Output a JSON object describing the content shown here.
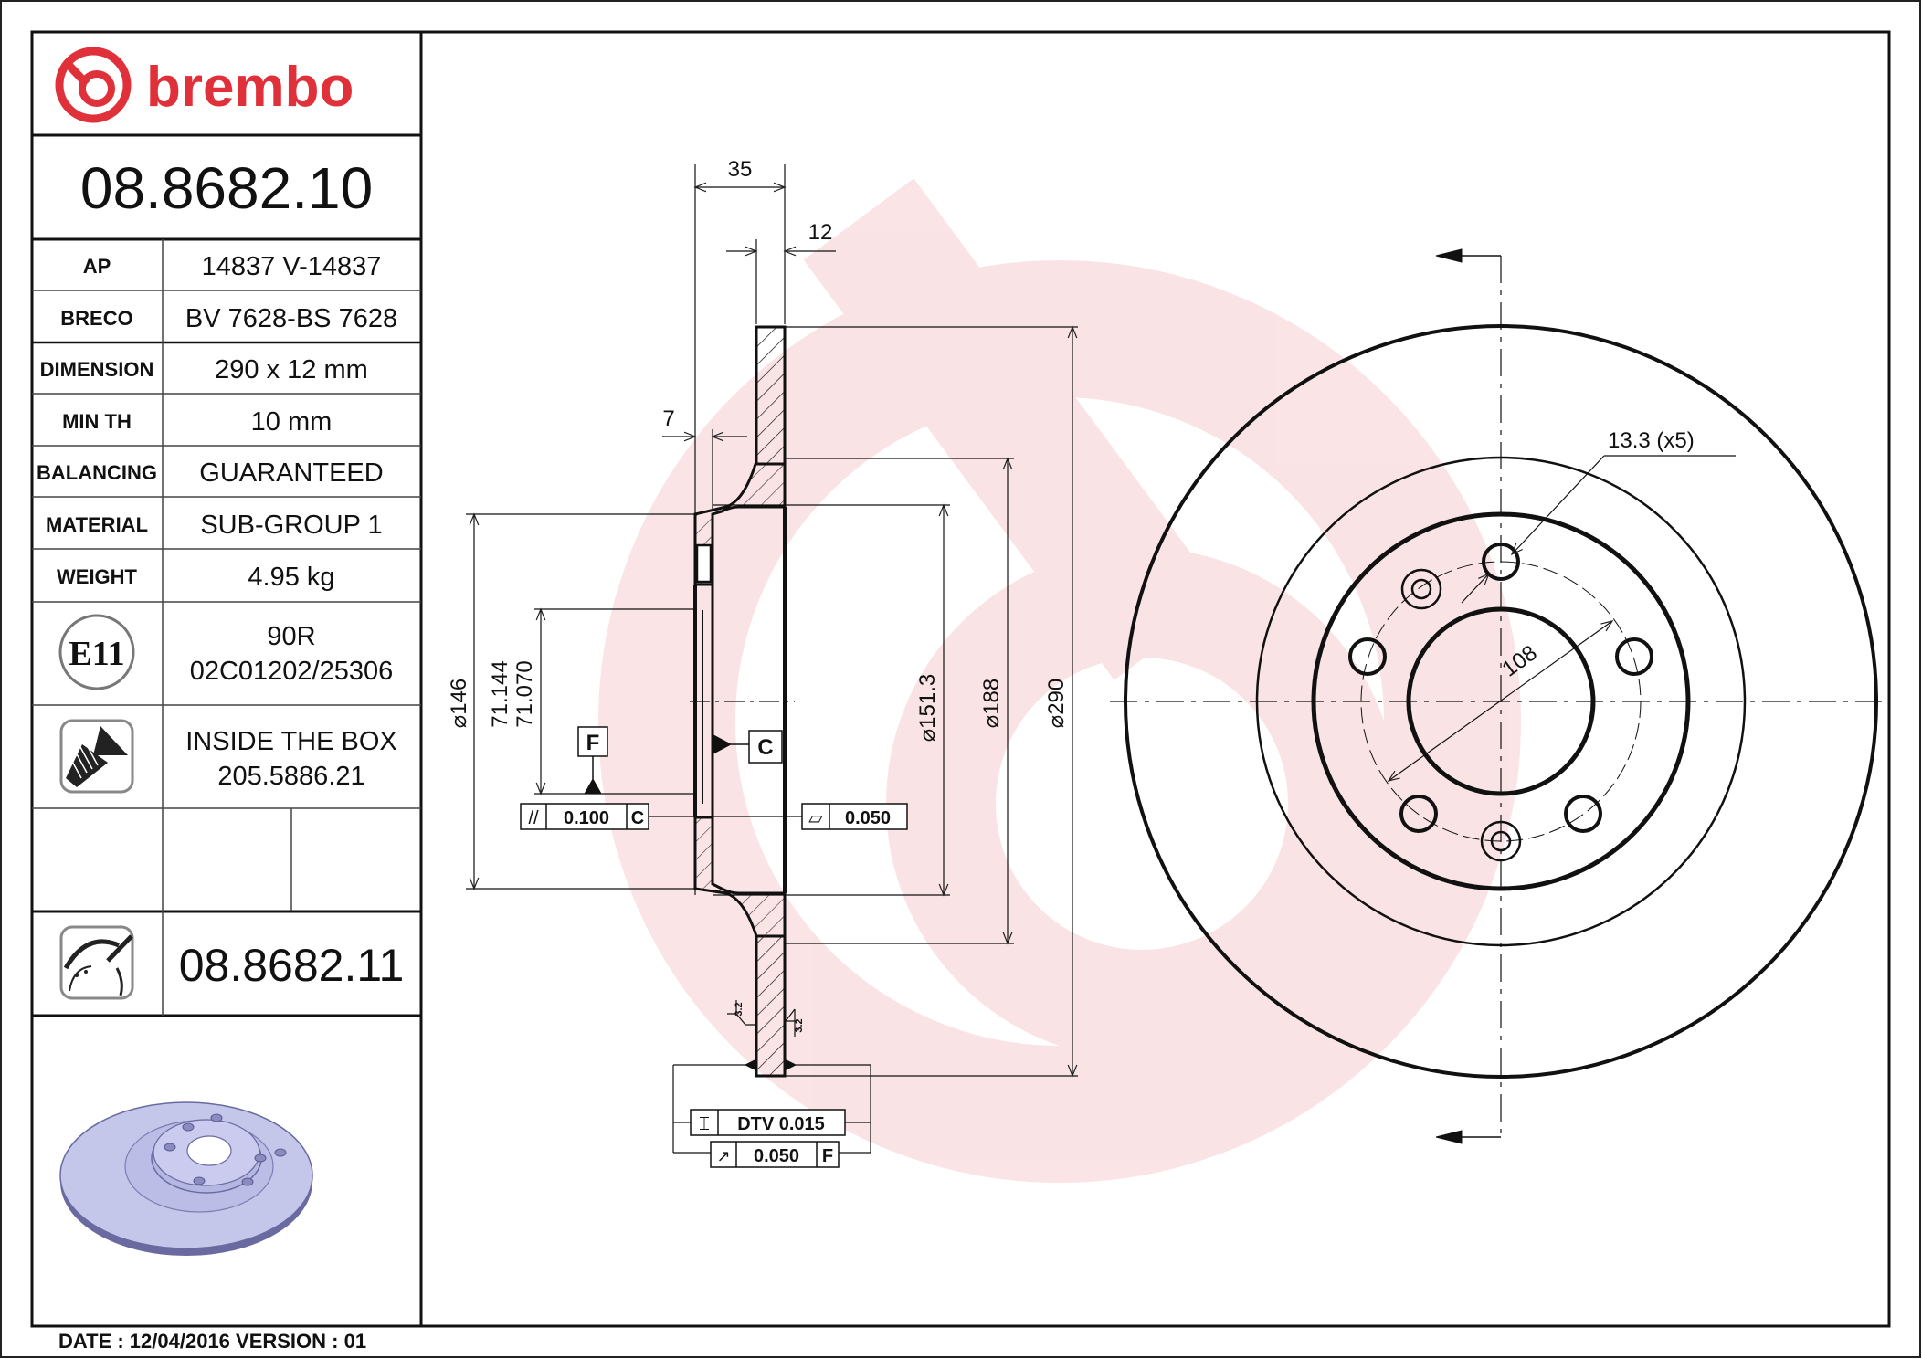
{
  "brand": {
    "name": "brembo",
    "color": "#e0303a"
  },
  "part_number": "08.8682.10",
  "specs": [
    {
      "label": "AP",
      "value": "14837 V-14837"
    },
    {
      "label": "BRECO",
      "value": "BV 7628-BS 7628"
    },
    {
      "label": "DIMENSION",
      "value": "290 x 12 mm"
    },
    {
      "label": "MIN TH",
      "value": "10 mm"
    },
    {
      "label": "BALANCING",
      "value": "GUARANTEED"
    },
    {
      "label": "MATERIAL",
      "value": "SUB-GROUP 1"
    },
    {
      "label": "WEIGHT",
      "value": "4.95 kg"
    }
  ],
  "approval": {
    "icon": "e11-approval-icon",
    "mark": "E11",
    "line1": "90R",
    "line2": "02C01202/25306"
  },
  "screw": {
    "icon": "screw-icon",
    "line1": "INSIDE THE BOX",
    "line2": "205.5886.21"
  },
  "alt_part": {
    "icon": "disc-with-tool-icon",
    "number": "08.8682.11"
  },
  "footer": "DATE : 12/04/2016 VERSION : 01",
  "section_view": {
    "dim_overall_height": "35",
    "dim_thickness": "12",
    "dim_hat_wall": "7",
    "dia_146": "146",
    "dia_centering_max": "71.144",
    "dia_centering_min": "71.070",
    "dia_151": "151.3",
    "dia_188": "188",
    "dia_290": "290",
    "datum_f": "F",
    "datum_c": "C",
    "parallelism": {
      "symbol": "//",
      "value": "0.100",
      "datum": "C"
    },
    "flatness": {
      "symbol": "▱",
      "value": "0.050"
    },
    "dtv": {
      "symbol": "⌶",
      "value": "DTV 0.015"
    },
    "runout": {
      "symbol": "↗",
      "value": "0.050",
      "datum": "F"
    },
    "roughness_left": "3.2",
    "roughness_right": "3.2"
  },
  "front_view": {
    "bolt_hole": "13.3 (x5)",
    "pcd": "108"
  }
}
